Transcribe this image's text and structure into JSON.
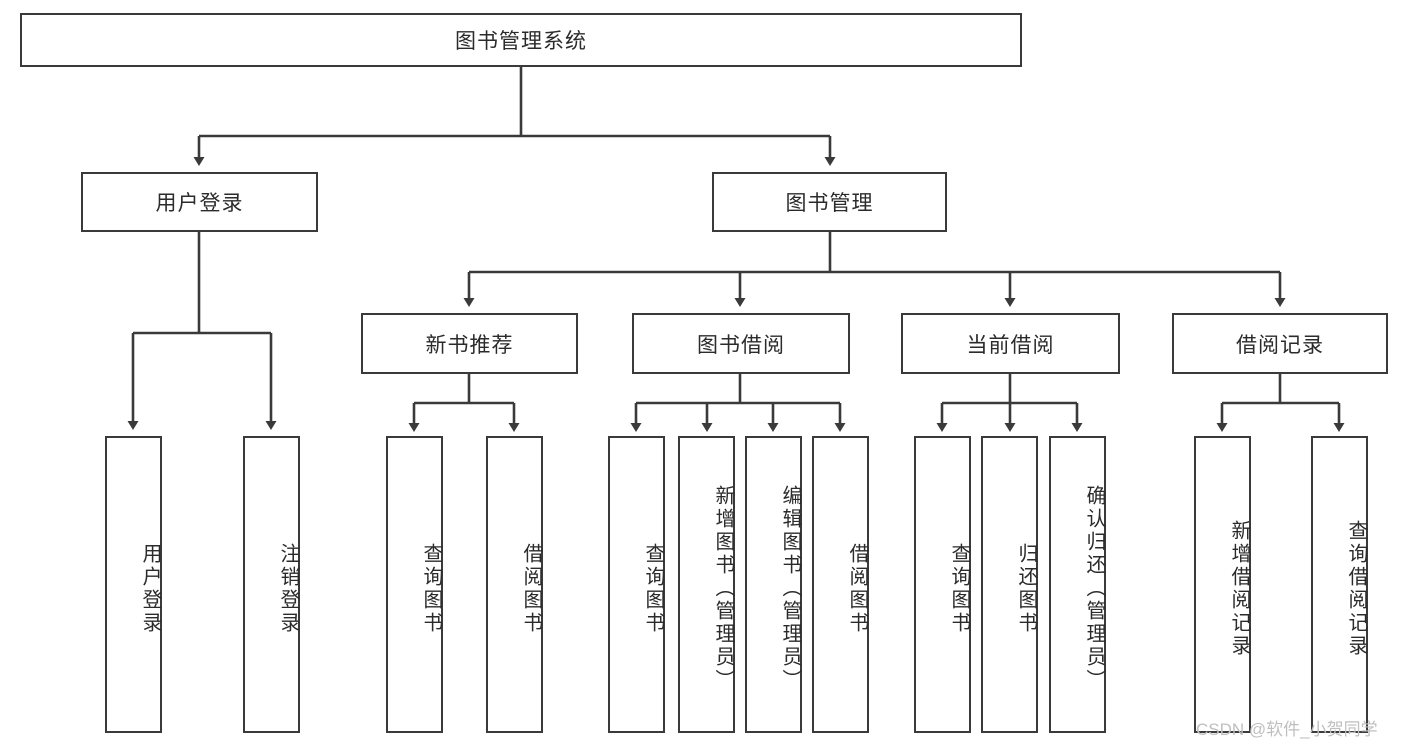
{
  "diagram": {
    "type": "tree",
    "title": "图书管理系统",
    "orientation": "top-down",
    "watermark": "CSDN @软件_小贺同学",
    "colors": {
      "stroke": "#3a3a3a",
      "fill": "#ffffff",
      "text": "#2b2b2b",
      "watermark": "#bfbfbf"
    },
    "levels": {
      "root": {
        "label": "图书管理系统"
      },
      "level2": [
        {
          "label": "用户登录"
        },
        {
          "label": "图书管理"
        }
      ],
      "level3": [
        {
          "label": "新书推荐"
        },
        {
          "label": "图书借阅"
        },
        {
          "label": "当前借阅"
        },
        {
          "label": "借阅记录"
        }
      ],
      "leaves": {
        "user_login": [
          {
            "label": "用户登录"
          },
          {
            "label": "注销登录"
          }
        ],
        "new_books": [
          {
            "label": "查询图书"
          },
          {
            "label": "借阅图书"
          }
        ],
        "book_borrow": [
          {
            "label": "查询图书"
          },
          {
            "label": "新增图书（管理员）"
          },
          {
            "label": "编辑图书（管理员）"
          },
          {
            "label": "借阅图书"
          }
        ],
        "current_borrow": [
          {
            "label": "查询图书"
          },
          {
            "label": "归还图书"
          },
          {
            "label": "确认归还（管理员）"
          }
        ],
        "borrow_records": [
          {
            "label": "新增借阅记录"
          },
          {
            "label": "查询借阅记录"
          }
        ]
      }
    }
  }
}
